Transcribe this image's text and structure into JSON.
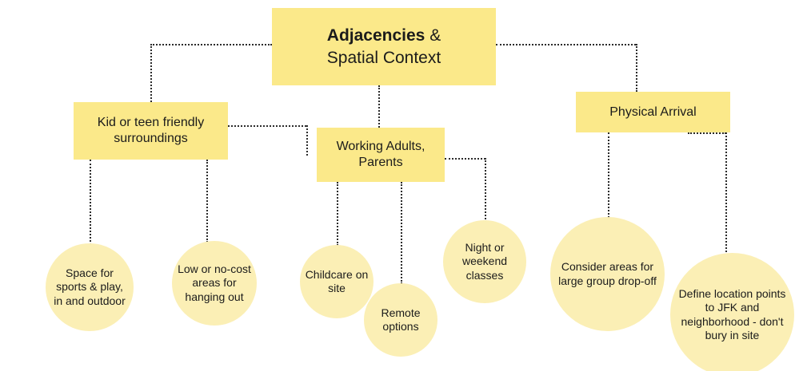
{
  "diagram": {
    "title": "Adjacencies & Spatial Context",
    "root": {
      "label_strong": "Adjacencies",
      "label_rest": " &\nSpatial Context"
    },
    "branches": [
      {
        "label": "Kid or teen friendly surroundings",
        "children": [
          "Space for sports & play, in and outdoor",
          "Low or no-cost areas for hanging out"
        ]
      },
      {
        "label": "Working Adults, Parents",
        "children": [
          "Childcare on site",
          "Remote options",
          "Night or weekend classes"
        ]
      },
      {
        "label": "Physical Arrival",
        "children": [
          "Consider areas for large group drop-off",
          "Define location points to JFK and neighborhood - don't bury in site"
        ]
      }
    ],
    "colors": {
      "box_fill": "#FBE98A",
      "circle_fill": "#FBEFB5",
      "connector": "#2b2b2b",
      "text": "#1b1b1b",
      "background": "#ffffff"
    }
  }
}
